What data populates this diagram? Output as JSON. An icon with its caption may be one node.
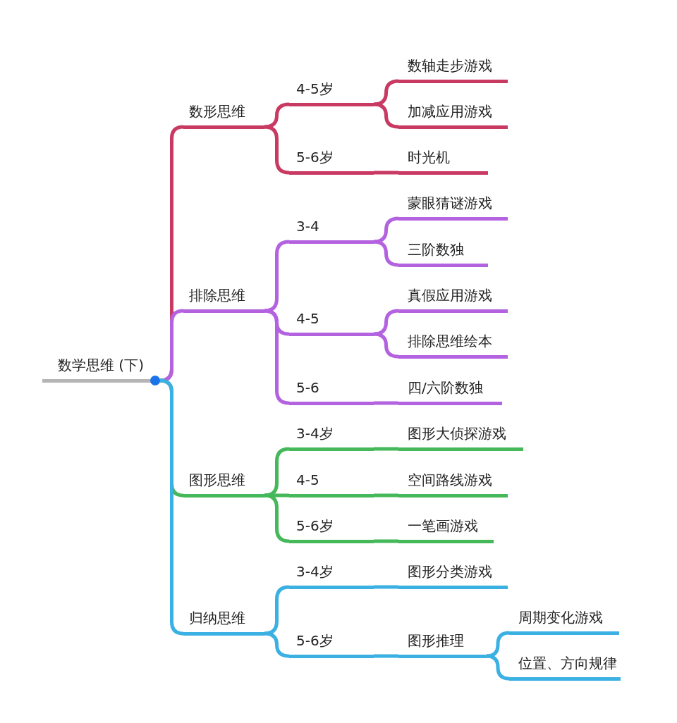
{
  "diagram": {
    "nodes": [
      {
        "text": [
          "数学思维 (下)"
        ]
      },
      {
        "text": [
          "数形思维"
        ]
      },
      {
        "text": [
          "4-5岁"
        ]
      },
      {
        "text": [
          "数轴走步游戏"
        ]
      },
      {
        "text": [
          "加减应用游戏"
        ]
      },
      {
        "text": [
          "5-6岁"
        ]
      },
      {
        "text": [
          "时光机"
        ]
      },
      {
        "text": [
          "排除思维"
        ]
      },
      {
        "text": [
          "3-4"
        ]
      },
      {
        "text": [
          "蒙眼猜谜游戏"
        ]
      },
      {
        "text": [
          "三阶数独"
        ]
      },
      {
        "text": [
          "4-5"
        ]
      },
      {
        "text": [
          "真假应用游戏"
        ]
      },
      {
        "text": [
          "排除思维绘本"
        ]
      },
      {
        "text": [
          "5-6"
        ]
      },
      {
        "text": [
          "四/六阶数独"
        ]
      },
      {
        "text": [
          "图形思维"
        ]
      },
      {
        "text": [
          "3-4岁"
        ]
      },
      {
        "text": [
          "图形大侦探游戏"
        ]
      },
      {
        "text": [
          "4-5"
        ]
      },
      {
        "text": [
          "空间路线游戏"
        ]
      },
      {
        "text": [
          "5-6岁"
        ]
      },
      {
        "text": [
          "一笔画游戏"
        ]
      },
      {
        "text": [
          "归纳思维"
        ]
      },
      {
        "text": [
          "3-4岁"
        ]
      },
      {
        "text": [
          "图形分类游戏"
        ]
      },
      {
        "text": [
          "5-6岁"
        ]
      },
      {
        "text": [
          "图形推理"
        ]
      },
      {
        "text": [
          "周期变化游戏"
        ]
      },
      {
        "text": [
          "位置、方向规律"
        ]
      }
    ],
    "edges": [
      {
        "from": 0,
        "to": 1,
        "arrow": "none",
        "color": "#c93a63"
      },
      {
        "from": 1,
        "to": 2,
        "arrow": "none",
        "color": "#c93a63"
      },
      {
        "from": 2,
        "to": 3,
        "arrow": "none",
        "color": "#c93a63"
      },
      {
        "from": 2,
        "to": 4,
        "arrow": "none",
        "color": "#c93a63"
      },
      {
        "from": 1,
        "to": 5,
        "arrow": "none",
        "color": "#c93a63"
      },
      {
        "from": 5,
        "to": 6,
        "arrow": "none",
        "color": "#c93a63"
      },
      {
        "from": 0,
        "to": 7,
        "arrow": "none",
        "color": "#b463e0"
      },
      {
        "from": 7,
        "to": 8,
        "arrow": "none",
        "color": "#b463e0"
      },
      {
        "from": 8,
        "to": 9,
        "arrow": "none",
        "color": "#b463e0"
      },
      {
        "from": 8,
        "to": 10,
        "arrow": "none",
        "color": "#b463e0"
      },
      {
        "from": 7,
        "to": 11,
        "arrow": "none",
        "color": "#b463e0"
      },
      {
        "from": 11,
        "to": 12,
        "arrow": "none",
        "color": "#b463e0"
      },
      {
        "from": 11,
        "to": 13,
        "arrow": "none",
        "color": "#b463e0"
      },
      {
        "from": 7,
        "to": 14,
        "arrow": "none",
        "color": "#b463e0"
      },
      {
        "from": 14,
        "to": 15,
        "arrow": "none",
        "color": "#b463e0"
      },
      {
        "from": 0,
        "to": 16,
        "arrow": "none",
        "color": "#45b85a"
      },
      {
        "from": 16,
        "to": 17,
        "arrow": "none",
        "color": "#45b85a"
      },
      {
        "from": 17,
        "to": 18,
        "arrow": "none",
        "color": "#45b85a"
      },
      {
        "from": 16,
        "to": 19,
        "arrow": "none",
        "color": "#45b85a"
      },
      {
        "from": 19,
        "to": 20,
        "arrow": "none",
        "color": "#45b85a"
      },
      {
        "from": 16,
        "to": 21,
        "arrow": "none",
        "color": "#45b85a"
      },
      {
        "from": 21,
        "to": 22,
        "arrow": "none",
        "color": "#45b85a"
      },
      {
        "from": 0,
        "to": 23,
        "arrow": "none",
        "color": "#3bb0e3"
      },
      {
        "from": 23,
        "to": 24,
        "arrow": "none",
        "color": "#3bb0e3"
      },
      {
        "from": 24,
        "to": 25,
        "arrow": "none",
        "color": "#3bb0e3"
      },
      {
        "from": 23,
        "to": 26,
        "arrow": "none",
        "color": "#3bb0e3"
      },
      {
        "from": 26,
        "to": 27,
        "arrow": "none",
        "color": "#3bb0e3"
      },
      {
        "from": 27,
        "to": 28,
        "arrow": "none",
        "color": "#3bb0e3"
      },
      {
        "from": 27,
        "to": 29,
        "arrow": "none",
        "color": "#3bb0e3"
      }
    ]
  }
}
